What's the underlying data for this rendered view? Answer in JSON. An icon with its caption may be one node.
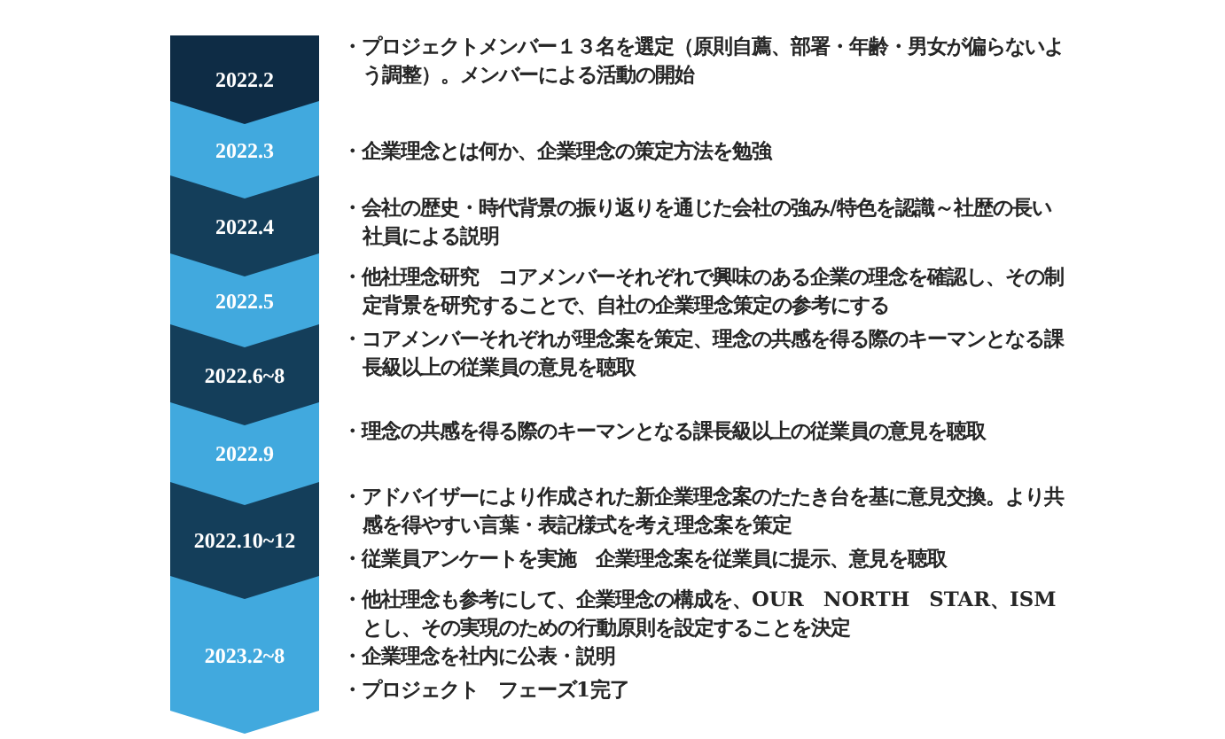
{
  "diagram": {
    "nodes": [
      {
        "text": [
          "2022.2"
        ],
        "beside": [
          "・プロジェクトメンバー１３名を選定（原則自薦、部署・年齢・男女が偏らないよう調整）。メンバーによる活動の開始"
        ]
      },
      {
        "text": [
          "2022.3"
        ],
        "beside": [
          "・企業理念とは何か、企業理念の策定方法を勉強"
        ]
      },
      {
        "text": [
          "2022.4"
        ],
        "beside": [
          "・会社の歴史・時代背景の振り返りを通じた会社の強み/特色を認識～社歴の長い社員による説明"
        ]
      },
      {
        "text": [
          "2022.5"
        ],
        "beside": [
          "・他社理念研究　コアメンバーそれぞれで興味のある企業の理念を確認し、その制定背景を研究することで、自社の企業理念策定の参考にする"
        ]
      },
      {
        "text": [
          "2022.6~8"
        ],
        "beside": [
          "・コアメンバーそれぞれが理念案を策定、理念の共感を得る際のキーマンとなる課長級以上の従業員の意見を聴取"
        ]
      },
      {
        "text": [
          "2022.9"
        ],
        "beside": [
          "・理念の共感を得る際のキーマンとなる課長級以上の従業員の意見を聴取"
        ]
      },
      {
        "text": [
          "2022.10~12"
        ],
        "beside": [
          "・アドバイザーにより作成された新企業理念案のたたき台を基に意見交換。より共感を得やすい言葉・表記様式を考え理念案を策定",
          "・従業員アンケートを実施　企業理念案を従業員に提示、意見を聴取"
        ]
      },
      {
        "text": [
          "2023.2~8"
        ],
        "beside": [
          "・他社理念も参考にして、企業理念の構成を、OUR　NORTH　STAR、ISMとし、その実現のための行動原則を設定することを決定",
          "・企業理念を社内に公表・説明",
          "・プロジェクト　フェーズ1完了"
        ]
      }
    ]
  }
}
